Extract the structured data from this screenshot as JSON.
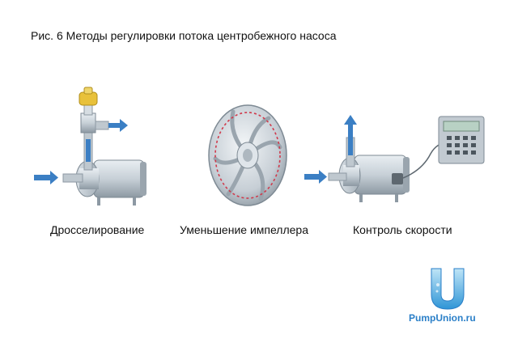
{
  "title": "Рис. 6 Методы регулировки потока центробежного насоса",
  "methods": [
    {
      "label": "Дросселирование",
      "icon": "throttling-pump-icon"
    },
    {
      "label": "Уменьшение импеллера",
      "icon": "impeller-trim-icon"
    },
    {
      "label": "Контроль скорости",
      "icon": "speed-control-pump-icon"
    }
  ],
  "brand": {
    "text": "PumpUnion.ru",
    "logo": "pumpunion-logo-icon"
  },
  "colors": {
    "flow_arrow": "#3b7fc4",
    "valve": "#e8c13a",
    "trim_line": "#d0394b",
    "logo": "#46a8e0"
  }
}
